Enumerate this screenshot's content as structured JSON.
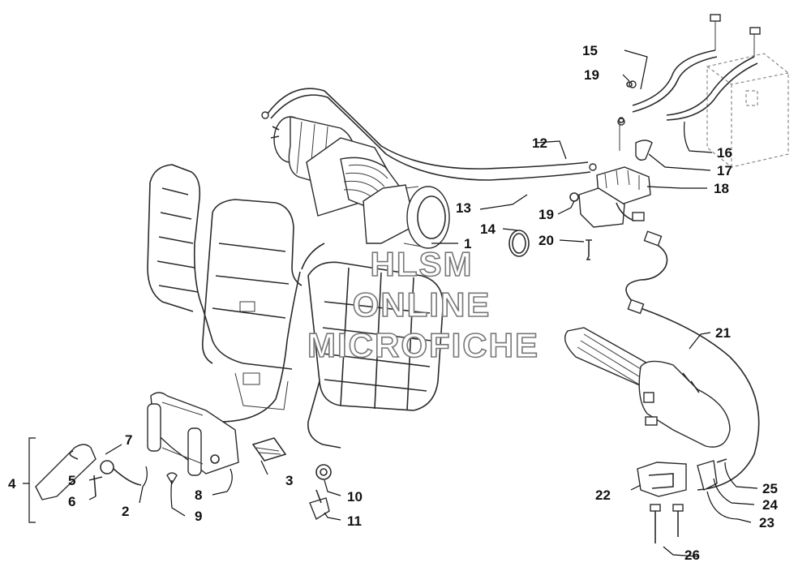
{
  "watermark": {
    "line1": "HLSM",
    "line2": "ONLINE",
    "line3": "MICROFICHE"
  },
  "callouts": [
    {
      "id": "c1",
      "label": "1"
    },
    {
      "id": "c2",
      "label": "2"
    },
    {
      "id": "c3",
      "label": "3"
    },
    {
      "id": "c4",
      "label": "4"
    },
    {
      "id": "c5",
      "label": "5"
    },
    {
      "id": "c6",
      "label": "6"
    },
    {
      "id": "c7",
      "label": "7"
    },
    {
      "id": "c8",
      "label": "8"
    },
    {
      "id": "c9",
      "label": "9"
    },
    {
      "id": "c10",
      "label": "10"
    },
    {
      "id": "c11",
      "label": "11"
    },
    {
      "id": "c12",
      "label": "12"
    },
    {
      "id": "c13",
      "label": "13"
    },
    {
      "id": "c14",
      "label": "14"
    },
    {
      "id": "c15",
      "label": "15"
    },
    {
      "id": "c16",
      "label": "16"
    },
    {
      "id": "c17",
      "label": "17"
    },
    {
      "id": "c18",
      "label": "18"
    },
    {
      "id": "c19a",
      "label": "19"
    },
    {
      "id": "c19b",
      "label": "19"
    },
    {
      "id": "c20",
      "label": "20"
    },
    {
      "id": "c21",
      "label": "21"
    },
    {
      "id": "c22",
      "label": "22"
    },
    {
      "id": "c23",
      "label": "23"
    },
    {
      "id": "c24",
      "label": "24"
    },
    {
      "id": "c25",
      "label": "25"
    },
    {
      "id": "c26",
      "label": "26"
    }
  ],
  "colors": {
    "line": "#2a2a2a",
    "watermark_outline": "#777777",
    "background": "#ffffff"
  }
}
